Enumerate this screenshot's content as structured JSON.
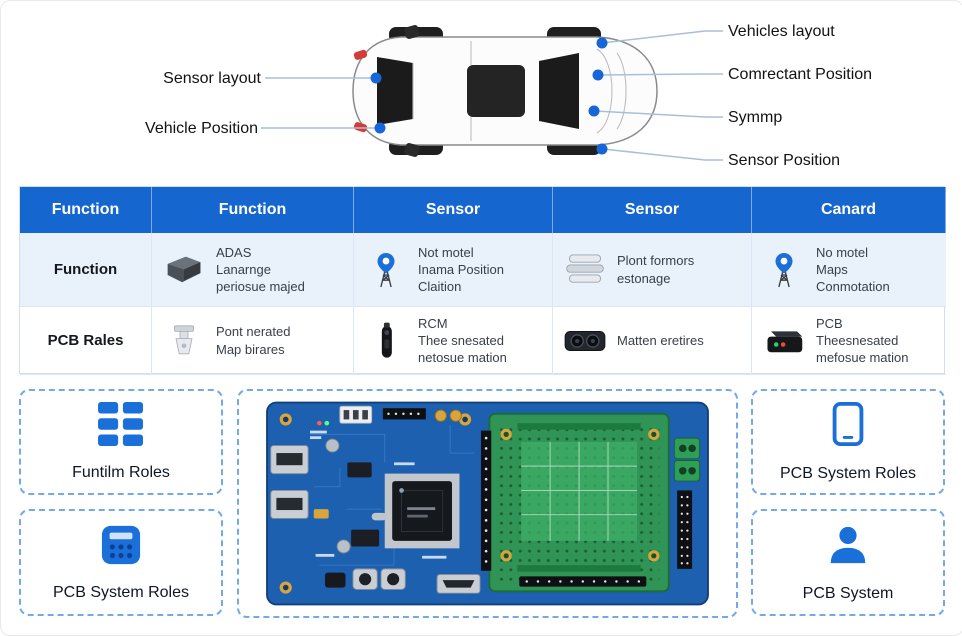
{
  "colors": {
    "accent": "#1a6fd8",
    "table_header": "#1566cf",
    "table_row_alt": "#e9f1fb",
    "dashed_border": "#73a9e8",
    "sensor_dot": "#1766d9"
  },
  "diagram": {
    "left_labels": [
      "Sensor layout",
      "Vehicle Position"
    ],
    "right_labels": [
      "Vehicles layout",
      "Comrectant Position",
      "Symmp",
      "Sensor Position"
    ]
  },
  "table": {
    "headers": [
      "Function",
      "Function",
      "Sensor",
      "Sensor",
      "Canard"
    ],
    "rows": [
      {
        "label": "Function",
        "cells": [
          {
            "icon": "adas-module-icon",
            "text": "ADAS\nLanarnge\nperiosue majed"
          },
          {
            "icon": "location-pin-tower-icon",
            "text": "Not motel\nInama Position\nClaition"
          },
          {
            "icon": "stacked-layers-icon",
            "text": "Plont formors\nestonage"
          },
          {
            "icon": "location-pin-tower-icon",
            "text": "No motel\nMaps\nConmotation"
          }
        ]
      },
      {
        "label": "PCB Rales",
        "cells": [
          {
            "icon": "mount-bracket-icon",
            "text": "Pont nerated\nMap birares"
          },
          {
            "icon": "remote-sensor-icon",
            "text": "RCM\nThee snesated\nnetosue mation"
          },
          {
            "icon": "stereo-camera-icon",
            "text": "Matten eretires"
          },
          {
            "icon": "control-box-icon",
            "text": "PCB\nTheesnesated\nmefosue mation"
          }
        ]
      }
    ]
  },
  "panels": {
    "left": [
      {
        "icon": "table-grid-icon",
        "label": "Funtilm Roles"
      },
      {
        "icon": "keypad-icon",
        "label": "PCB System Roles"
      }
    ],
    "right": [
      {
        "icon": "smartphone-icon",
        "label": "PCB System Roles"
      },
      {
        "icon": "person-icon",
        "label": "PCB System"
      }
    ],
    "center": {
      "content": "pcb-circuit-board"
    }
  }
}
